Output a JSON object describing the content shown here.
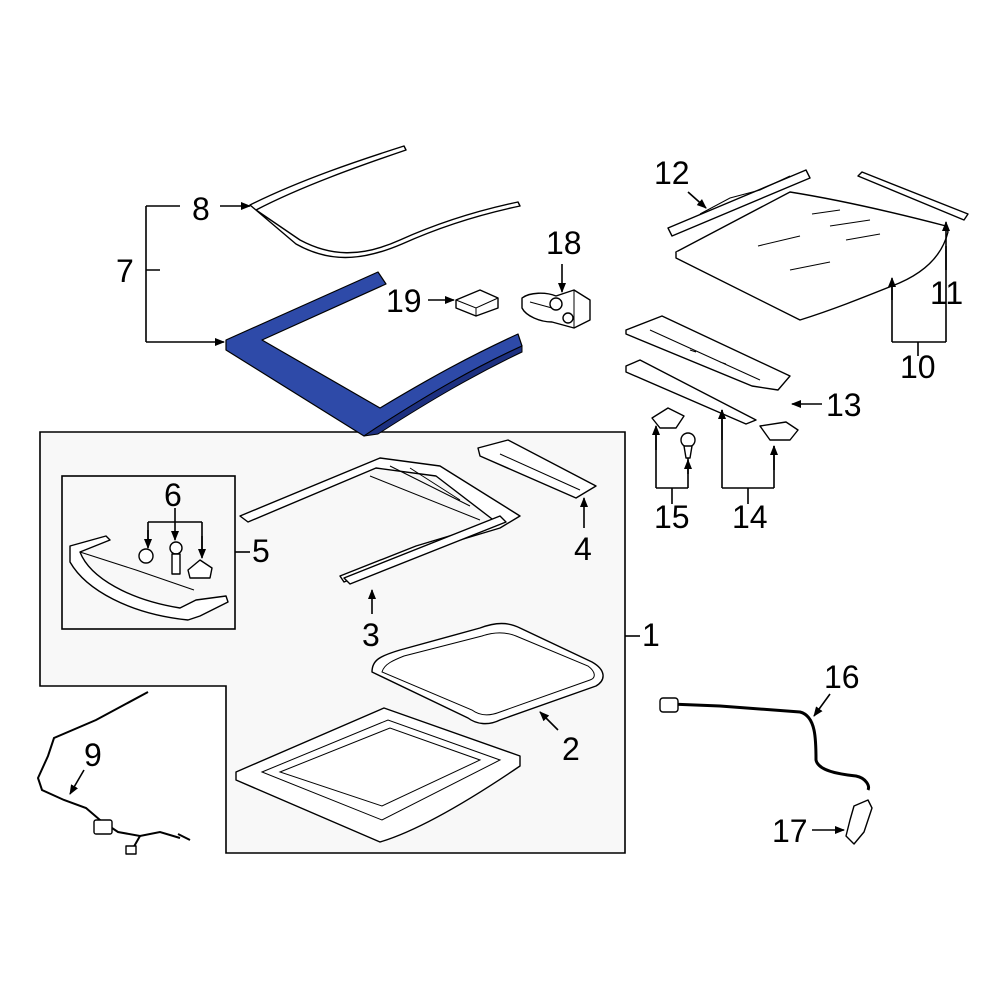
{
  "diagram": {
    "highlight_color": "#2e4aa8",
    "callouts": {
      "c1": "1",
      "c2": "2",
      "c3": "3",
      "c4": "4",
      "c5": "5",
      "c6": "6",
      "c7": "7",
      "c8": "8",
      "c9": "9",
      "c10": "10",
      "c11": "11",
      "c12": "12",
      "c13": "13",
      "c14": "14",
      "c15": "15",
      "c16": "16",
      "c17": "17",
      "c18": "18",
      "c19": "19"
    }
  }
}
